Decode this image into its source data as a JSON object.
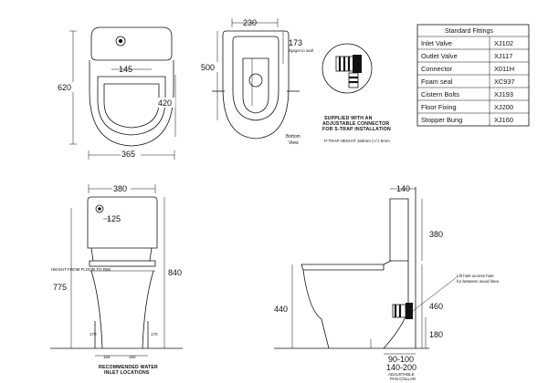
{
  "top_view": {
    "overall_depth": "620",
    "seat_depth": "420",
    "width": "365",
    "fixing_spacing": "145"
  },
  "bottom_view": {
    "width": "230",
    "depth": "500",
    "spigot_dim": "173",
    "spigot_note": "Spigot to wall",
    "caption_line1": "Bottom",
    "caption_line2": "View"
  },
  "connector_note": {
    "line1": "SUPPLIED WITH AN",
    "line2": "ADJUSTABLE CONNECTOR",
    "line3": "FOR S-TRAP INSTALLATION",
    "line4": "P-TRAP HEIGHT 160mm (+/-) 5mm"
  },
  "front_view": {
    "width": "380",
    "inlet_height": "125",
    "overall_height": "840",
    "seat_height": "775",
    "seat_height_note": "HEIGHT FROM FLOOR TO RIM",
    "left_fix": "150",
    "right_fix": "150",
    "fix_height_left": "170",
    "fix_height_right": "170",
    "water_note_line1": "RECOMMENDED WATER",
    "water_note_line2": "INLET LOCATIONS"
  },
  "side_view": {
    "top_depth": "140",
    "cistern_height": "380",
    "seat_height": "440",
    "outlet_height": "460",
    "floor_to_outlet": "180",
    "outlet_range_1": "90-100",
    "outlet_range_2": "140-200",
    "outlet_note_line1": "ADJUSTABLE",
    "outlet_note_line2": "PAN COLLAR",
    "hole_note_line1": "Lift hole access hole",
    "hole_note_line2": "for between wood lines"
  },
  "fittings_table": {
    "title": "Standard Fittings",
    "rows": [
      {
        "name": "Inlet Valve",
        "code": "XJ102"
      },
      {
        "name": "Outlet Valve",
        "code": "XJ117"
      },
      {
        "name": "Connector",
        "code": "X011H"
      },
      {
        "name": "Foam seal",
        "code": "XC937"
      },
      {
        "name": "Cistern Bolts",
        "code": "XJ193"
      },
      {
        "name": "Floor Fixing",
        "code": "XJ200"
      },
      {
        "name": "Stopper Bung",
        "code": "XJ160"
      }
    ]
  }
}
